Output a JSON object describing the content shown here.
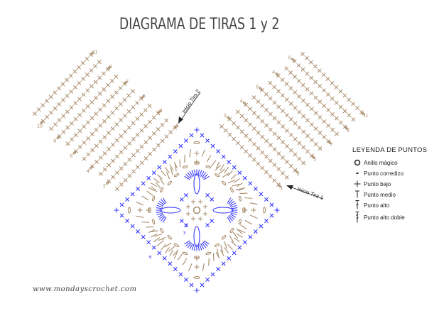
{
  "title": "DIAGRAMA DE TIRAS 1 y 2",
  "website": "www.mondayscrochet.com",
  "colors": {
    "brown": "#a88b6a",
    "blue": "#2b2bff",
    "text": "#444444"
  },
  "annotations": {
    "start_strip_2": "Inicio Tira 2",
    "start_strip_1": "Inicio Tira 1"
  },
  "left_strip": {
    "row_labels_end": [
      "1",
      "3",
      "5",
      "7",
      "9",
      "11"
    ],
    "row_labels_start": [
      "2",
      "4",
      "6",
      "8",
      "10"
    ]
  },
  "right_strip": {
    "row_labels_end": [
      "1",
      "3",
      "5",
      "7",
      "9",
      "11"
    ],
    "row_labels_start": [
      "2",
      "4",
      "6",
      "4",
      "6"
    ]
  },
  "center_labels": [
    "2",
    "3",
    "5",
    "6"
  ],
  "legend": {
    "title": "LEYENDA DE PUNTOS",
    "items": [
      {
        "icon": "magic-ring-icon",
        "label": "Anillo mágico"
      },
      {
        "icon": "slip-stitch-icon",
        "label": "Punto corredizo"
      },
      {
        "icon": "single-crochet-icon",
        "label": "Punto bajo"
      },
      {
        "icon": "half-double-crochet-icon",
        "label": "Punto medio"
      },
      {
        "icon": "double-crochet-icon",
        "label": "Punto alto"
      },
      {
        "icon": "treble-crochet-icon",
        "label": "Punto alto doble"
      }
    ]
  }
}
